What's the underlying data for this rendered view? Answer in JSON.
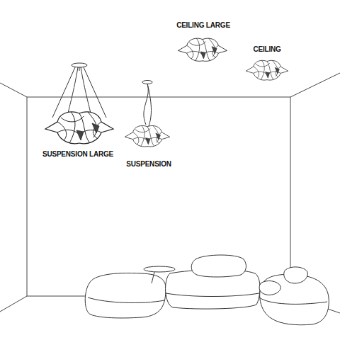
{
  "diagram": {
    "labels": [
      "CEILING LARGE",
      "CEILING",
      "SUSPENSION LARGE",
      "SUSPENSION"
    ]
  }
}
